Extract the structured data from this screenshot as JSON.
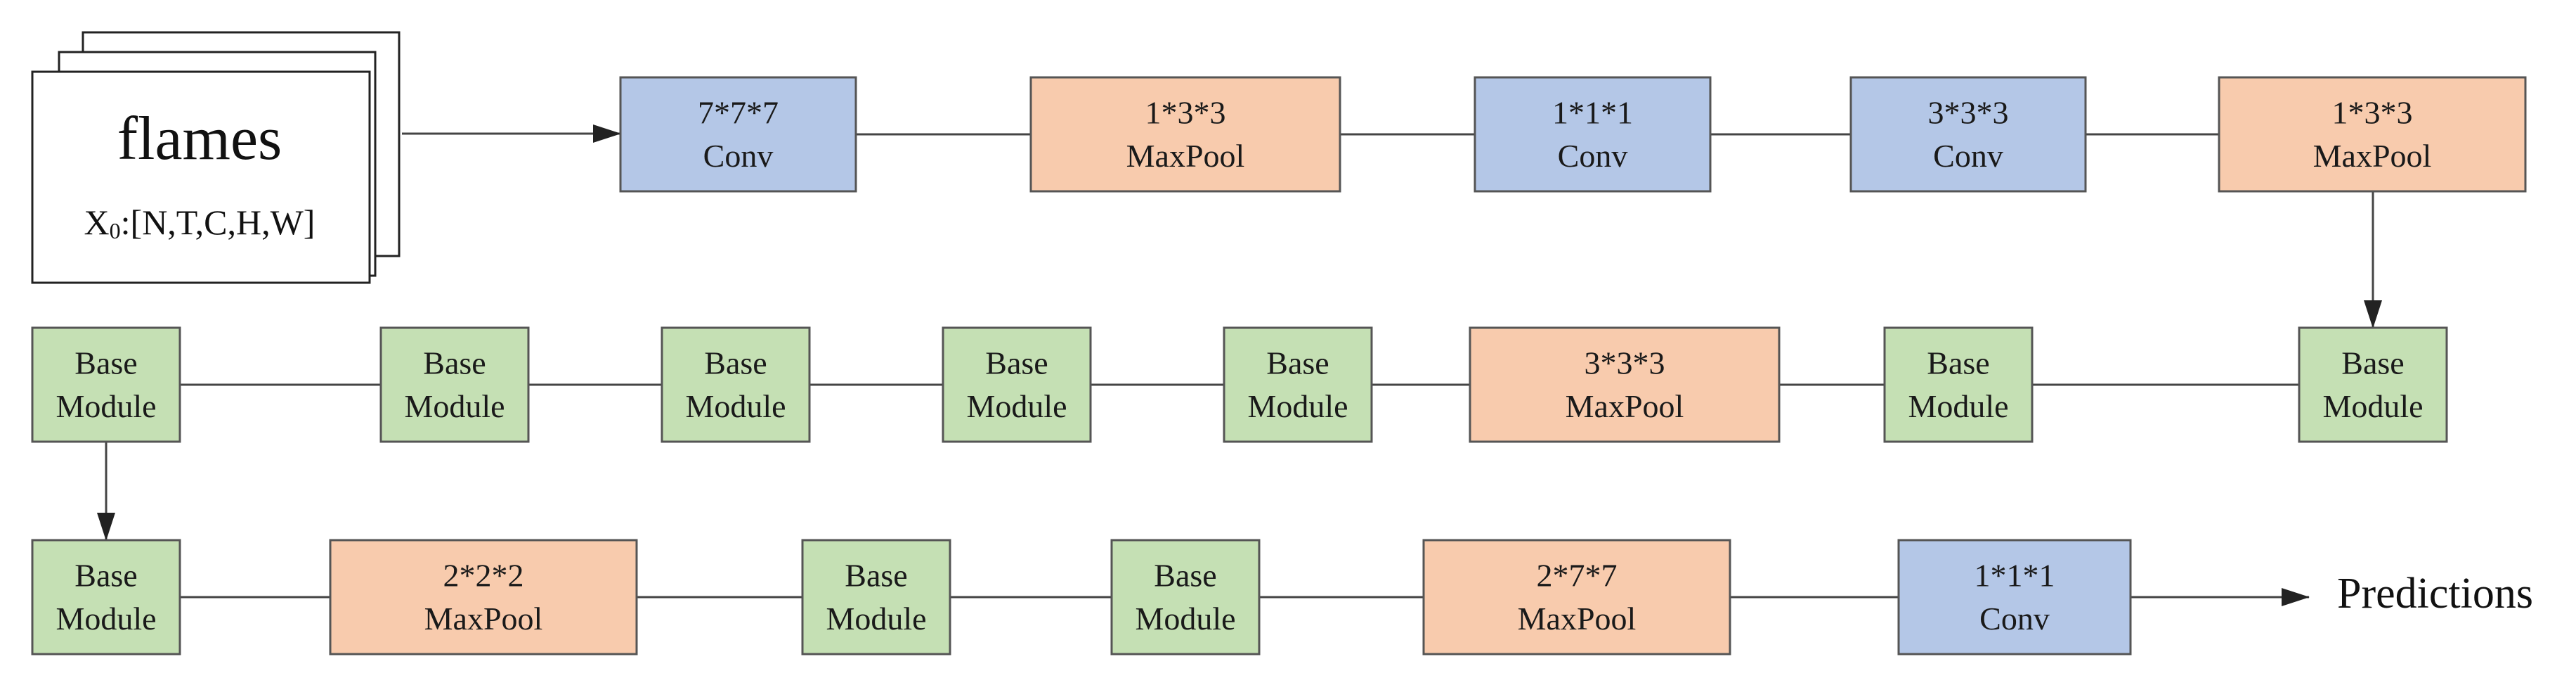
{
  "colors": {
    "conv": "#b4c7e7",
    "maxpool": "#f8cbad",
    "base": "#c5e0b4",
    "stroke": "#555555",
    "line": "#444444"
  },
  "input": {
    "title": "flames",
    "shape_var": "X",
    "shape_sub": "0",
    "shape_dims": ":[N,T,C,H,W]"
  },
  "output": {
    "label": "Predictions"
  },
  "rows": [
    [
      {
        "type": "conv",
        "line1": "7*7*7",
        "line2": "Conv"
      },
      {
        "type": "maxpool",
        "line1": "1*3*3",
        "line2": "MaxPool"
      },
      {
        "type": "conv",
        "line1": "1*1*1",
        "line2": "Conv"
      },
      {
        "type": "conv",
        "line1": "3*3*3",
        "line2": "Conv"
      },
      {
        "type": "maxpool",
        "line1": "1*3*3",
        "line2": "MaxPool"
      }
    ],
    [
      {
        "type": "base",
        "line1": "Base",
        "line2": "Module"
      },
      {
        "type": "base",
        "line1": "Base",
        "line2": "Module"
      },
      {
        "type": "base",
        "line1": "Base",
        "line2": "Module"
      },
      {
        "type": "base",
        "line1": "Base",
        "line2": "Module"
      },
      {
        "type": "base",
        "line1": "Base",
        "line2": "Module"
      },
      {
        "type": "maxpool",
        "line1": "3*3*3",
        "line2": "MaxPool"
      },
      {
        "type": "base",
        "line1": "Base",
        "line2": "Module"
      },
      {
        "type": "base",
        "line1": "Base",
        "line2": "Module"
      }
    ],
    [
      {
        "type": "base",
        "line1": "Base",
        "line2": "Module"
      },
      {
        "type": "maxpool",
        "line1": "2*2*2",
        "line2": "MaxPool"
      },
      {
        "type": "base",
        "line1": "Base",
        "line2": "Module"
      },
      {
        "type": "base",
        "line1": "Base",
        "line2": "Module"
      },
      {
        "type": "maxpool",
        "line1": "2*7*7",
        "line2": "MaxPool"
      },
      {
        "type": "conv",
        "line1": "1*1*1",
        "line2": "Conv"
      }
    ]
  ]
}
